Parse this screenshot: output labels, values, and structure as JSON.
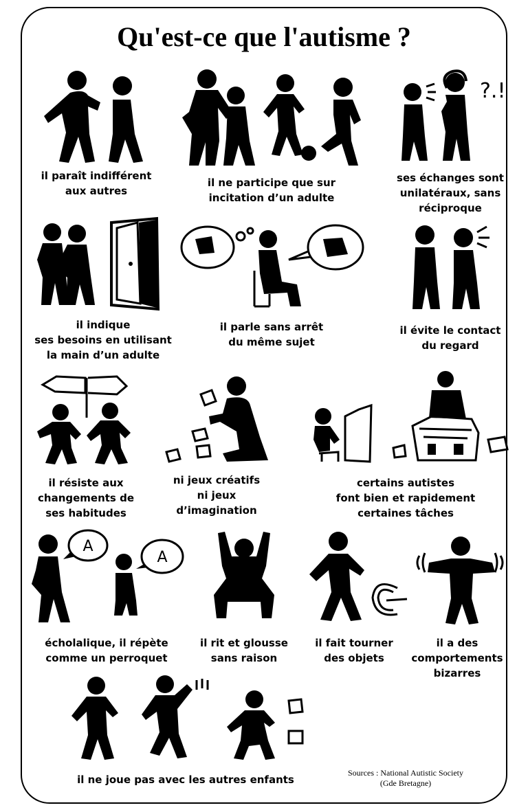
{
  "title": "Qu'est-ce que l'autisme ?",
  "speech_bubble_letter": "A",
  "question_marks": "?.!",
  "captions": {
    "indifferent": [
      "il paraît indifférent",
      "aux autres"
    ],
    "incitation": [
      "il ne participe que sur",
      "incitation d’un adulte"
    ],
    "echanges": [
      "ses échanges sont",
      "unilatéraux, sans",
      "réciproque"
    ],
    "indique": [
      "il indique",
      "ses besoins en utilisant",
      "la main d’un adulte"
    ],
    "parle": [
      "il parle sans arrêt",
      "du même sujet"
    ],
    "evite": [
      "il évite le contact",
      "du regard"
    ],
    "resiste": [
      "il résiste aux",
      "changements de",
      "ses habitudes"
    ],
    "jeux": [
      "ni jeux créatifs",
      "ni jeux",
      "d’imagination"
    ],
    "taches": [
      "certains autistes",
      "font bien et rapidement",
      "certaines tâches"
    ],
    "echolalique": [
      "écholalique, il répète",
      "comme un perroquet"
    ],
    "rit": [
      "il rit et glousse",
      "sans raison"
    ],
    "tourner": [
      "il fait tourner",
      "des objets"
    ],
    "bizarres": [
      "il a des",
      "comportements",
      "bizarres"
    ],
    "joue": [
      "il ne joue pas avec les autres enfants"
    ]
  },
  "sources": [
    "Sources : National Autistic Society",
    "(Gde Bretagne)"
  ]
}
